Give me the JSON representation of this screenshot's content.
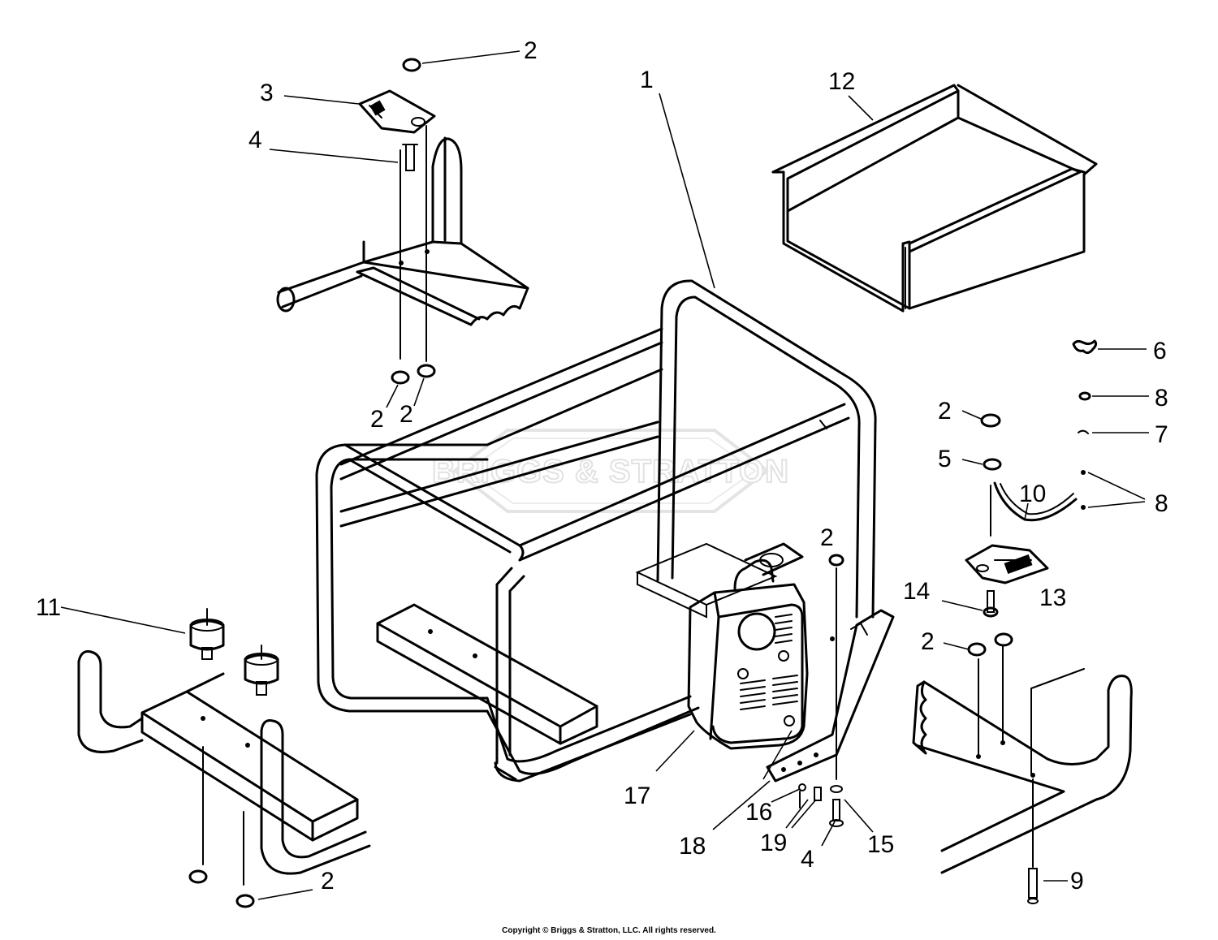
{
  "watermark": {
    "text": "BRIGGS & STRATTON"
  },
  "copyright": "Copyright © Briggs & Stratton, LLC. All rights reserved.",
  "callouts": [
    {
      "id": "c-1",
      "label": "1"
    },
    {
      "id": "c-2-top",
      "label": "2"
    },
    {
      "id": "c-3",
      "label": "3"
    },
    {
      "id": "c-4-top",
      "label": "4"
    },
    {
      "id": "c-2-left-a",
      "label": "2"
    },
    {
      "id": "c-2-left-b",
      "label": "2"
    },
    {
      "id": "c-12",
      "label": "12"
    },
    {
      "id": "c-6",
      "label": "6"
    },
    {
      "id": "c-8-top",
      "label": "8"
    },
    {
      "id": "c-7",
      "label": "7"
    },
    {
      "id": "c-2-right",
      "label": "2"
    },
    {
      "id": "c-5",
      "label": "5"
    },
    {
      "id": "c-10",
      "label": "10"
    },
    {
      "id": "c-8-right",
      "label": "8"
    },
    {
      "id": "c-2-center",
      "label": "2"
    },
    {
      "id": "c-13",
      "label": "13"
    },
    {
      "id": "c-14",
      "label": "14"
    },
    {
      "id": "c-2-right-low",
      "label": "2"
    },
    {
      "id": "c-11",
      "label": "11"
    },
    {
      "id": "c-17",
      "label": "17"
    },
    {
      "id": "c-16",
      "label": "16"
    },
    {
      "id": "c-18",
      "label": "18"
    },
    {
      "id": "c-19",
      "label": "19"
    },
    {
      "id": "c-4-bottom",
      "label": "4"
    },
    {
      "id": "c-15",
      "label": "15"
    },
    {
      "id": "c-9",
      "label": "9"
    },
    {
      "id": "c-2-bottom",
      "label": "2"
    }
  ]
}
